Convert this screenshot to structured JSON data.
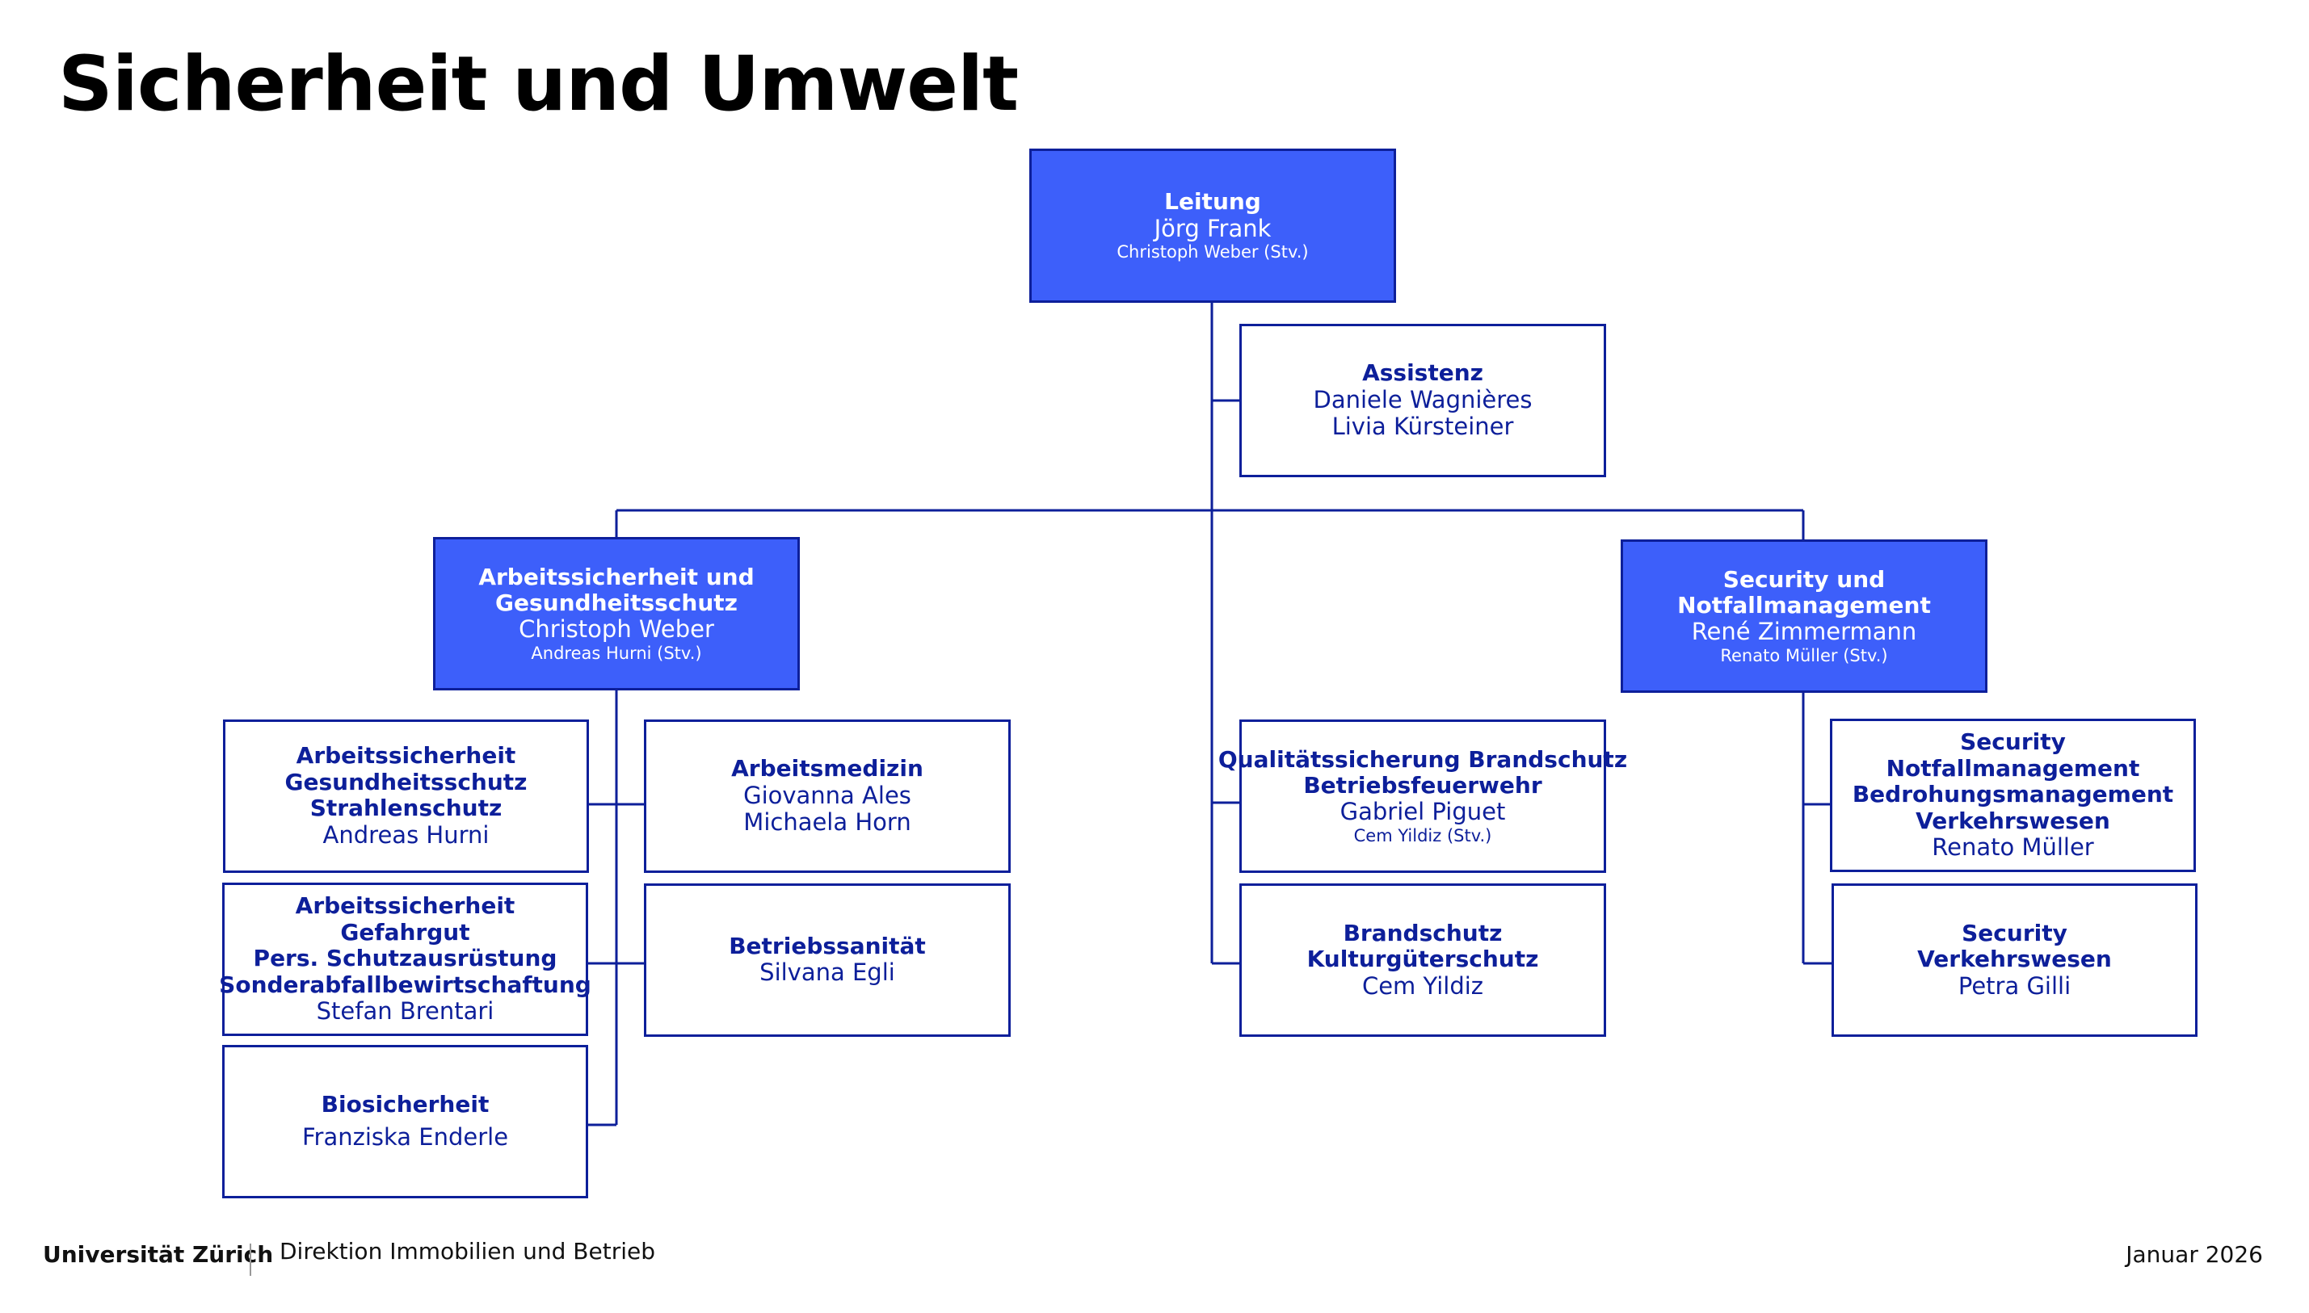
{
  "page": {
    "title": "Sicherheit und Umwelt"
  },
  "boxes": {
    "leitung": {
      "head": [
        "Leitung"
      ],
      "name": [
        "Jörg Frank"
      ],
      "sub": "Christoph Weber (Stv.)"
    },
    "assistenz": {
      "head": [
        "Assistenz"
      ],
      "name": [
        "Daniele Wagnières",
        "Livia Kürsteiner"
      ]
    },
    "ags": {
      "head": [
        "Arbeitssicherheit und",
        "Gesundheitsschutz"
      ],
      "name": [
        "Christoph Weber"
      ],
      "sub": "Andreas Hurni (Stv.)"
    },
    "snm": {
      "head": [
        "Security und",
        "Notfallmanagement"
      ],
      "name": [
        "René Zimmermann"
      ],
      "sub": "Renato Müller (Stv.)"
    },
    "agsStrahlen": {
      "head": [
        "Arbeitssicherheit",
        "Gesundheitsschutz",
        "Strahlenschutz"
      ],
      "name": [
        "Andreas Hurni"
      ]
    },
    "arbeitsmedizin": {
      "head": [
        "Arbeitsmedizin"
      ],
      "name": [
        "Giovanna Ales",
        "Michaela Horn"
      ]
    },
    "gefahrgut": {
      "head": [
        "Arbeitssicherheit",
        "Gefahrgut",
        "Pers. Schutzausrüstung",
        "Sonderabfallbewirtschaftung"
      ],
      "name": [
        "Stefan Brentari"
      ]
    },
    "betriebssanitaet": {
      "head": [
        "Betriebssanität"
      ],
      "name": [
        "Silvana Egli"
      ]
    },
    "biosicherheit": {
      "head": [
        "Biosicherheit"
      ],
      "name": [
        "Franziska Enderle"
      ]
    },
    "qsBrandschutz": {
      "head": [
        "Qualitätssicherung Brandschutz",
        "Betriebsfeuerwehr"
      ],
      "name": [
        "Gabriel Piguet"
      ],
      "sub": "Cem Yildiz (Stv.)"
    },
    "brandschutz": {
      "head": [
        "Brandschutz",
        "Kulturgüterschutz"
      ],
      "name": [
        "Cem Yildiz"
      ]
    },
    "securityNotfall": {
      "head": [
        "Security",
        "Notfallmanagement",
        "Bedrohungsmanagement",
        "Verkehrswesen"
      ],
      "name": [
        "Renato Müller"
      ]
    },
    "securityVerkehr": {
      "head": [
        "Security",
        "Verkehrswesen"
      ],
      "name": [
        "Petra Gilli"
      ]
    }
  },
  "footer": {
    "university": "Universität Zürich",
    "department": "Direktion Immobilien und Betrieb",
    "date": "Januar 2026"
  },
  "colors": {
    "accent_fill": "#3d5ffa",
    "line_and_text": "#0d1f9a"
  }
}
